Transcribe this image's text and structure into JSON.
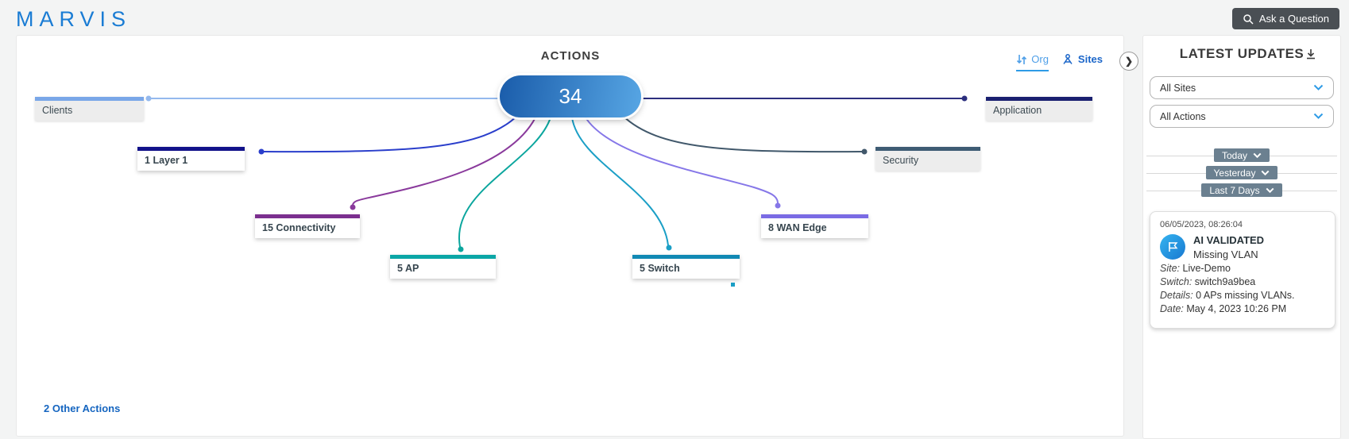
{
  "header": {
    "logo": "MARVIS",
    "ask_question_label": "Ask a Question"
  },
  "main": {
    "title": "ACTIONS",
    "center_count": "34",
    "view_toggle": {
      "org_label": "Org",
      "sites_label": "Sites"
    },
    "other_actions_link": "2 Other Actions",
    "categories": [
      {
        "label": "Clients",
        "count": "",
        "bar_color": "#7aa7e8",
        "edge_color": "#94b9ee"
      },
      {
        "label": "Layer 1",
        "count": "1",
        "bar_color": "#12128a",
        "edge_color": "#2a3ecb"
      },
      {
        "label": "Connectivity",
        "count": "15",
        "bar_color": "#7b2f8f",
        "edge_color": "#8a3a9c"
      },
      {
        "label": "AP",
        "count": "5",
        "bar_color": "#0ba6a6",
        "edge_color": "#0ca69e"
      },
      {
        "label": "Switch",
        "count": "5",
        "bar_color": "#1189b4",
        "edge_color": "#1b9fc6"
      },
      {
        "label": "WAN Edge",
        "count": "8",
        "bar_color": "#7a6be4",
        "edge_color": "#8677e8"
      },
      {
        "label": "Security",
        "count": "",
        "bar_color": "#3e5c74",
        "edge_color": "#41586b"
      },
      {
        "label": "Application",
        "count": "",
        "bar_color": "#1a2070",
        "edge_color": "#2c2f7e"
      }
    ]
  },
  "updates_panel": {
    "title": "LATEST UPDATES",
    "site_filter": "All Sites",
    "action_filter": "All Actions",
    "date_groups": [
      "Today",
      "Yesterday",
      "Last 7 Days"
    ],
    "card": {
      "timestamp": "06/05/2023, 08:26:04",
      "badge": "AI VALIDATED",
      "event": "Missing VLAN",
      "fields": [
        {
          "label": "Site:",
          "value": "Live-Demo"
        },
        {
          "label": "Switch:",
          "value": "switch9a9bea"
        },
        {
          "label": "Details:",
          "value": "0 APs missing VLANs."
        },
        {
          "label": "Date:",
          "value": "May 4, 2023 10:26 PM"
        }
      ]
    }
  },
  "colors": {
    "brand_blue": "#1a7cd4",
    "accent_blue": "#2e9be6",
    "link_blue": "#1565c0",
    "pill_gradient_start": "#1a5caa",
    "pill_gradient_end": "#57a6e4",
    "group_button_bg": "#6b8090",
    "ask_button_bg": "#4a4f54"
  }
}
